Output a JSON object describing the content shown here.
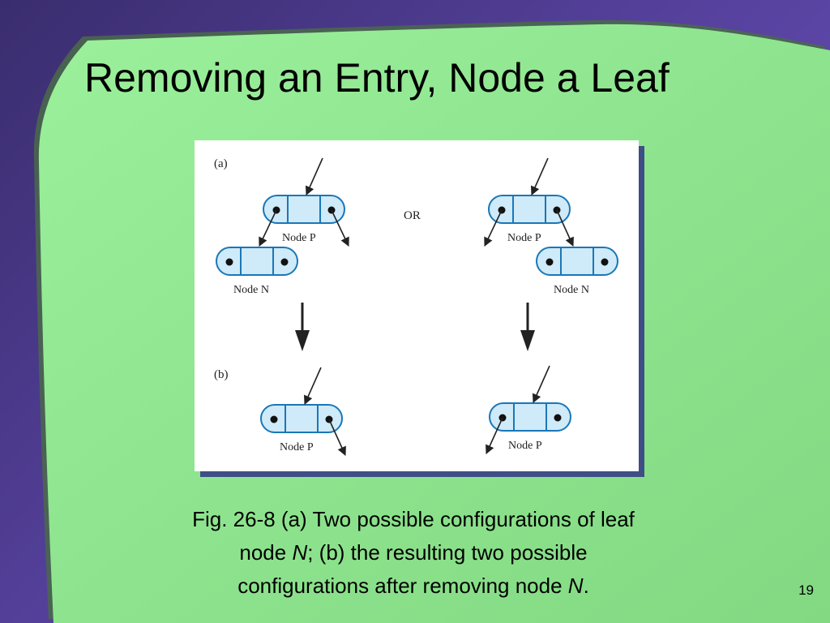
{
  "slide": {
    "title": "Removing an Entry, Node a Leaf",
    "page_number": "19"
  },
  "figure": {
    "label_a": "(a)",
    "label_b": "(b)",
    "or_text": "OR",
    "node_p": "Node P",
    "node_n": "Node N",
    "node_fill": "#cfeaf8",
    "node_stroke": "#1a77b8"
  },
  "caption": {
    "line1": "Fig. 26-8 (a) Two possible configurations of leaf",
    "line2_prefix": "node ",
    "line2_var": "N",
    "line2_suffix": "; (b) the resulting two possible",
    "line3_prefix": "configurations after removing node ",
    "line3_var": "N",
    "line3_suffix": "."
  },
  "colors": {
    "slide_green": "#8ee38e",
    "slide_purple": "#5a44a8",
    "shadow": "#3f4e86"
  }
}
